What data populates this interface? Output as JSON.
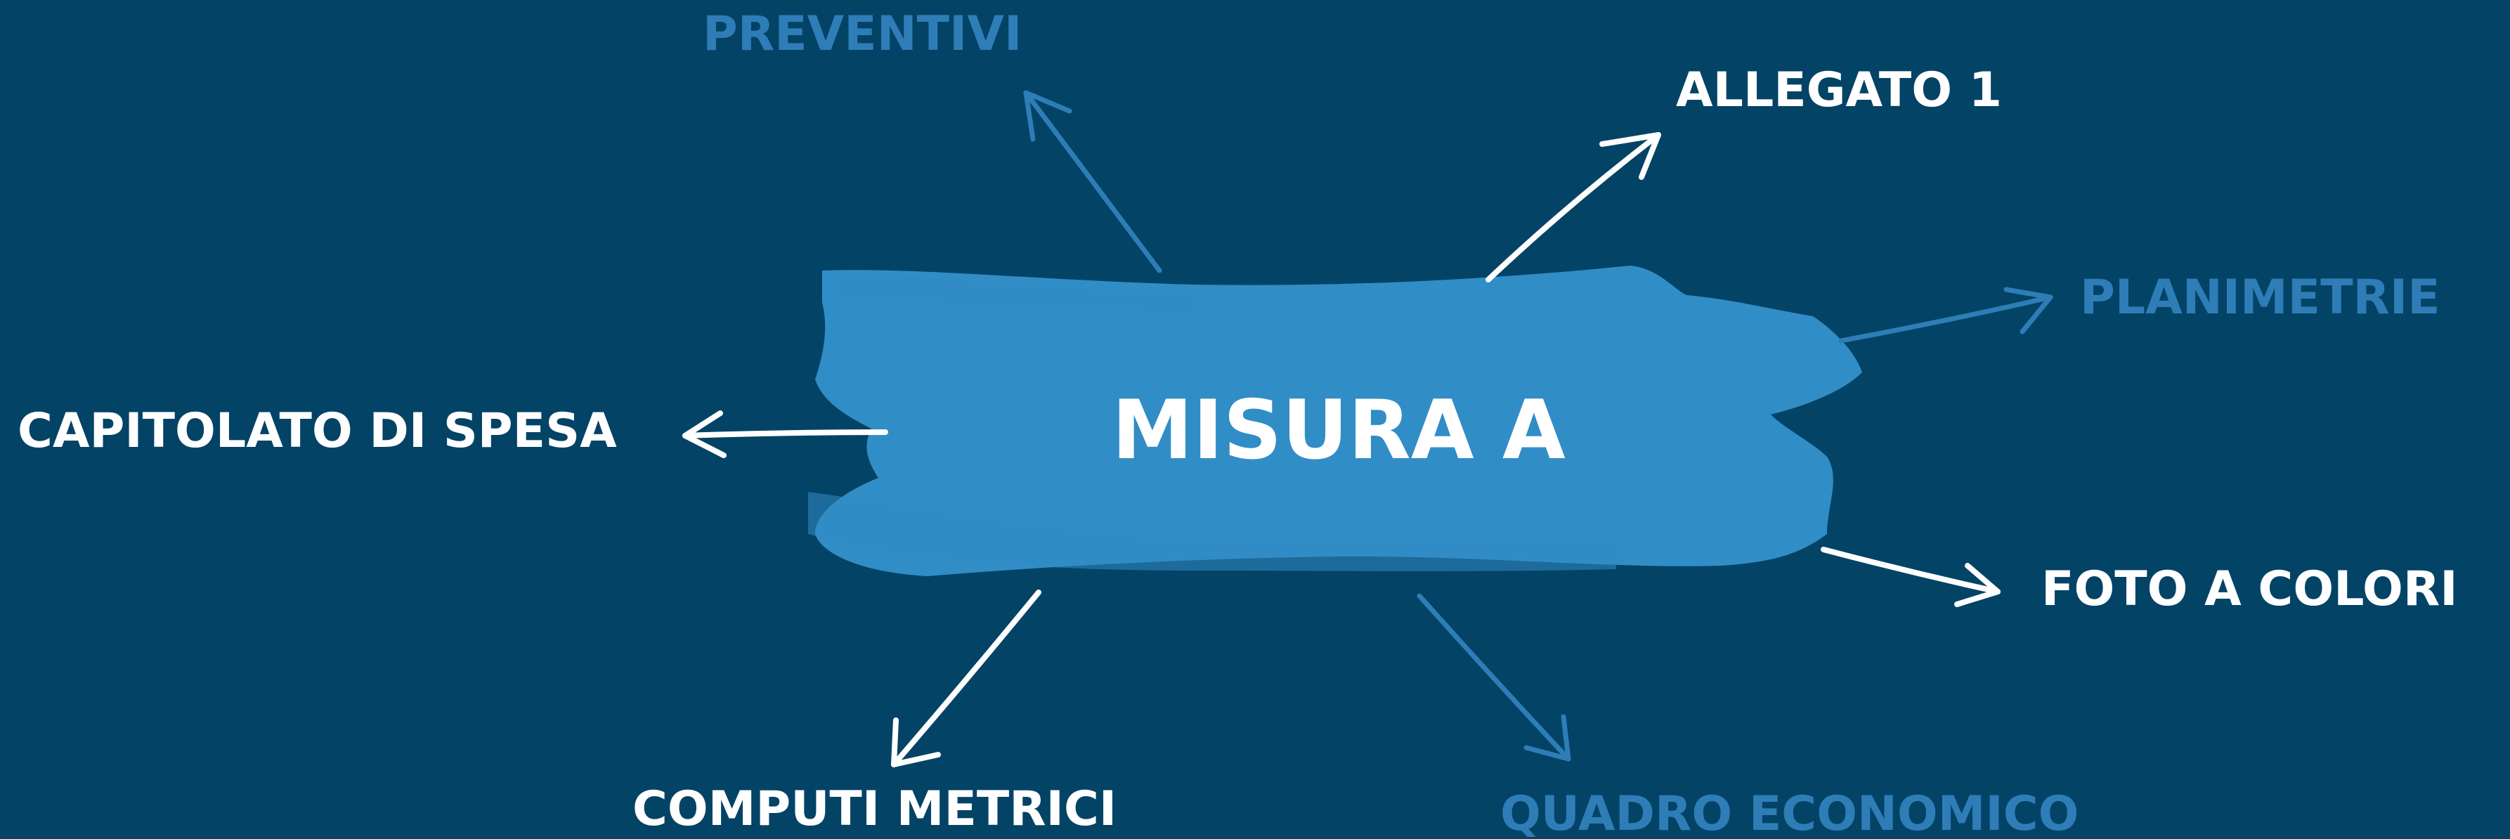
{
  "colors": {
    "background": "#034366",
    "center_fill": "#318DC6",
    "white": "#ffffff",
    "accent": "#2F7DB7"
  },
  "center": {
    "label": "MISURA A"
  },
  "nodes": [
    {
      "id": "preventivi",
      "label": "PREVENTIVI",
      "color": "accent"
    },
    {
      "id": "allegato-1",
      "label": "ALLEGATO 1",
      "color": "white"
    },
    {
      "id": "planimetrie",
      "label": "PLANIMETRIE",
      "color": "accent"
    },
    {
      "id": "capitolato-di-spesa",
      "label": "CAPITOLATO DI SPESA",
      "color": "white"
    },
    {
      "id": "foto-a-colori",
      "label": "FOTO A COLORI",
      "color": "white"
    },
    {
      "id": "computi-metrici",
      "label": "COMPUTI METRICI",
      "color": "white"
    },
    {
      "id": "quadro-economico",
      "label": "QUADRO ECONOMICO",
      "color": "accent"
    }
  ]
}
